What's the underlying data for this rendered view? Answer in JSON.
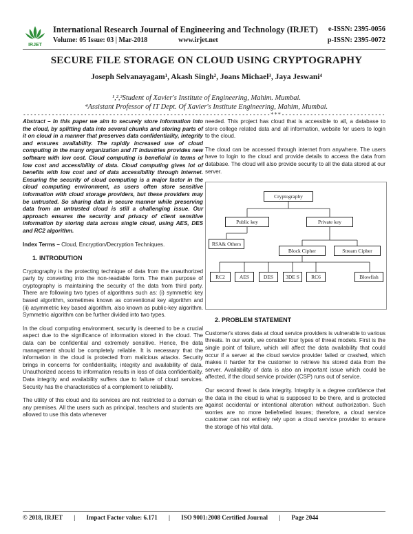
{
  "header": {
    "journal": "International Research Journal of Engineering and Technology (IRJET)",
    "eissn": "e-ISSN: 2395-0056",
    "volume": "Volume: 05 Issue: 03 | Mar-2018",
    "website": "www.irjet.net",
    "pissn": "p-ISSN: 2395-0072",
    "logo_text": "IRJET"
  },
  "paper": {
    "title": "SECURE FILE STORAGE ON CLOUD USING CRYPTOGRAPHY",
    "authors": "Joseph Selvanayagam¹, Akash Singh², Joans Michael³, Jaya Jeswani⁴",
    "affiliation1": "¹,²,³Student of  Xavier's Institute of Engineering, Mahim. Mumbai.",
    "affiliation2": "⁴Assistant Professor of IT Dept. Of Xavier's Institute Engineering, Mahim, Mumbai.",
    "separator": "---------------------------------------------------------------------***---------------------------------------------------------------------"
  },
  "left": {
    "abstract_label": "Abstract",
    "abstract": " – In this paper we aim to securely store information into the cloud, by splitting data into several chunks and storing parts of it on cloud in a manner that preserves data confidentiality, integrity and ensures availability. The rapidly increased use of cloud computing in the many organization and IT industries provides new software with low cost. Cloud computing is beneficial in terms of low cost and accessibility of data. Cloud computing gives lot of benefits with low cost and of data accessibility through Internet. Ensuring the security of cloud computing is a major factor in the cloud computing environment, as users often store sensitive information with cloud storage providers, but these providers may be untrusted. So sharing data in secure manner while preserving data from an untrusted cloud is still a challenging issue. Our approach ensures the security and privacy of client sensitive information by storing data across single cloud, using AES, DES and RC2 algorithm.",
    "index_label": "Index Terms –",
    "index": " Cloud, Encryption/Decryption Techniques.",
    "sec1": "1.   INTRODUTION",
    "p1": "Cryptography is the protecting technique of data from the unauthorized party by converting into the non-readable form. The main purpose of cryptography is maintaining the security of the data from third party. There are following two types of algorithms such as: (i) symmetric key based algorithm, sometimes known as conventional key algorithm and (ii) asymmetric key based algorithm, also known as public-key algorithm. Symmetric algorithm can be further divided into two types.",
    "p2": "In the cloud computing environment, security is deemed to be a crucial aspect due to the significance of information stored in the cloud. The data can be confidential and extremely sensitive. Hence, the data management should be completely reliable. It is necessary that the information in the cloud is protected from malicious attacks. Security brings in concerns for confidentiality, integrity and availability of data. Unauthorized access to information results in loss of data confidentiality. Data integrity and availability suffers due to failure of cloud services. Security has the characteristics of a complement to reliability.",
    "p3": "The utility of this cloud and its services are not restricted to a domain or any premises. All the users such as principal, teachers and students are allowed to use this data whenever"
  },
  "right": {
    "p1": "needed. This project has cloud that is accessible to all, a database to store college related data and all information, website for users to login to the cloud.",
    "p2": "The cloud can be accessed through internet from anywhere. The users have to login to the cloud and provide details to access the data from database. The cloud will also provide security to all the data stored at our server.",
    "diagram": {
      "root": "Cryptography",
      "public": "Public key",
      "private": "Private key",
      "rsa": "RSA& Others",
      "block": "Block Cipher",
      "stream": "Stream Cipher",
      "leaves": [
        "RC2",
        "AES",
        "DES",
        "3DE S",
        "RC6",
        "Blowfish"
      ]
    },
    "sec2": "2.   PROBLEM STATEMENT",
    "p3": "Customer's stores data at cloud service providers is vulnerable to various threats. In our work, we consider four types of threat models. First is the single point of failure, which will affect the data availability that could occur if a server at the cloud service provider failed or crashed, which makes it harder for the customer to retrieve his stored data from the server. Availability of data is also an important issue which could be affected, if the cloud service provider (CSP) runs out of service.",
    "p4": "Our second threat is data integrity. Integrity is a degree confidence that the data in the cloud is what is supposed to be there, and is protected against accidental or intentional alteration without authorization. Such worries are no more beliefrelied issues; therefore, a cloud service customer can not entirely rely upon a cloud service provider to ensure the storage of his vital data."
  },
  "footer": {
    "copyright": "© 2018, IRJET",
    "impact": "Impact Factor value: 6.171",
    "iso": "ISO 9001:2008 Certified Journal",
    "page": "Page 2044",
    "divider": "|"
  }
}
